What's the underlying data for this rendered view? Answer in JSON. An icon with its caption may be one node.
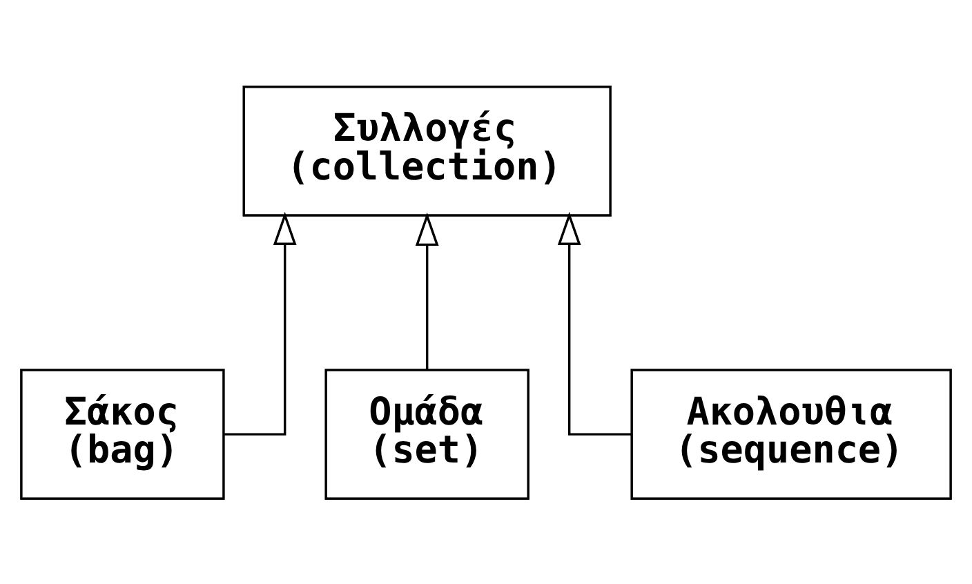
{
  "diagram": {
    "nodes": [
      {
        "text": [
          "Συλλογές",
          "(collection)"
        ]
      },
      {
        "text": [
          "Σάκος",
          "(bag)"
        ]
      },
      {
        "text": [
          "Ομάδα",
          "(set)"
        ]
      },
      {
        "text": [
          "Ακολουθια",
          "(sequence)"
        ]
      }
    ],
    "edges": [
      {
        "from": 1,
        "to": 0,
        "arrow": "to"
      },
      {
        "from": 2,
        "to": 0,
        "arrow": "to"
      },
      {
        "from": 3,
        "to": 0,
        "arrow": "to"
      }
    ]
  }
}
